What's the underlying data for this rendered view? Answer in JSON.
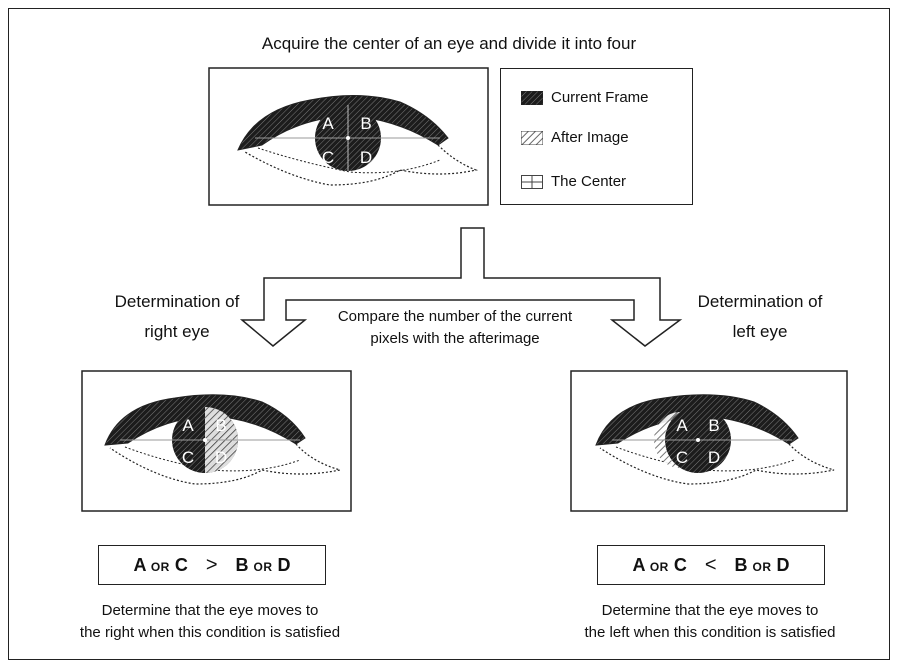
{
  "title": "Acquire the center of an eye and divide it into four",
  "legend": {
    "current_frame": "Current Frame",
    "after_image": "After Image",
    "the_center": "The Center"
  },
  "quadrants": {
    "a": "A",
    "b": "B",
    "c": "C",
    "d": "D"
  },
  "labels": {
    "right_eye_line1": "Determination of",
    "right_eye_line2": "right eye",
    "left_eye_line1": "Determination of",
    "left_eye_line2": "left eye",
    "compare_line1": "Compare the number of the current",
    "compare_line2": "pixels with the afterimage"
  },
  "conditions": {
    "right": {
      "a": "A",
      "or1": "OR",
      "c": "C",
      "op": ">",
      "b": "B",
      "or2": "OR",
      "d": "D"
    },
    "left": {
      "a": "A",
      "or1": "OR",
      "c": "C",
      "op": "<",
      "b": "B",
      "or2": "OR",
      "d": "D"
    }
  },
  "determine": {
    "right_line1": "Determine that the eye moves to",
    "right_line2": "the right when this condition is satisfied",
    "left_line1": "Determine that the eye moves to",
    "left_line2": "the left when this condition is satisfied"
  }
}
